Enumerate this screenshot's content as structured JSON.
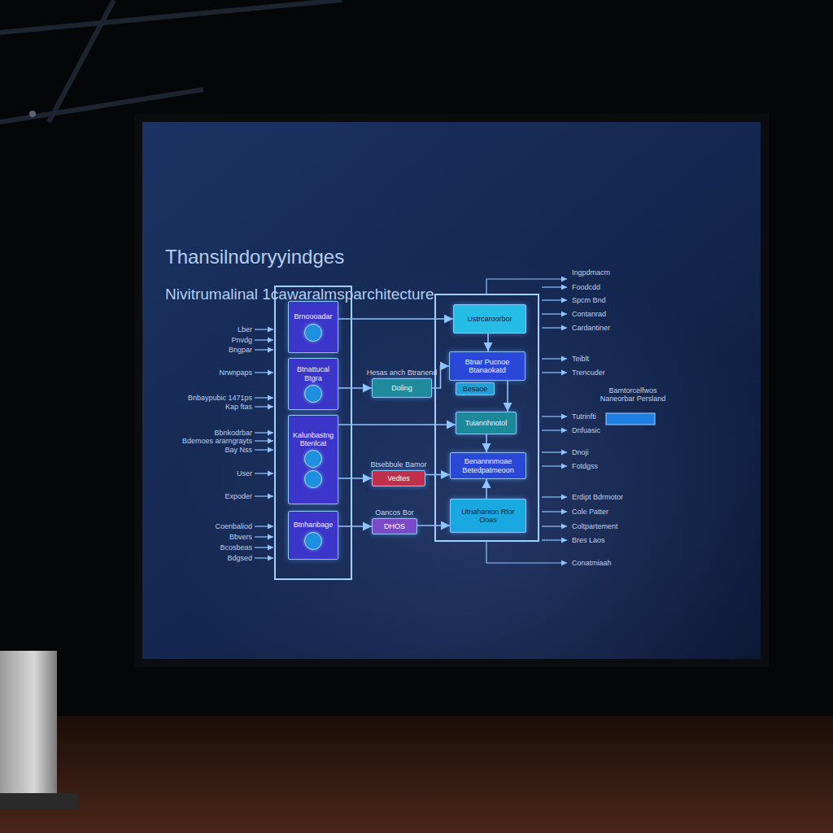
{
  "diagram": {
    "title": "Thansilndoryyindges",
    "nodes": [
      {
        "text": [
          "Brnoooadar"
        ]
      },
      {
        "text": [
          "Btnattucal Btgra"
        ]
      },
      {
        "text": [
          "Kalunbastng Btenlcat"
        ]
      },
      {
        "text": [
          "Btnhanbage"
        ]
      },
      {
        "text": [
          "Hesas anch Btranend",
          "Doling"
        ]
      },
      {
        "text": [
          "Btsebbule Bamor",
          "Vedtes"
        ]
      },
      {
        "text": [
          "Oancos Bor",
          "DHOS"
        ]
      },
      {
        "text": [
          "Ustrcaroorbor"
        ]
      },
      {
        "text": [
          "Btnar Pucnoe Btanaokatd"
        ]
      },
      {
        "text": [
          "Besaoe"
        ]
      },
      {
        "text": [
          "Tuiannhnotol"
        ]
      },
      {
        "text": [
          "Benannnmoae Betedpatmeoon"
        ]
      },
      {
        "text": [
          "Utriahanion Rtor Ooas"
        ]
      }
    ],
    "edges": [
      {
        "from": 0,
        "to": 7,
        "arrow": "to"
      },
      {
        "from": 1,
        "to": 4,
        "arrow": "to"
      },
      {
        "from": 4,
        "to": 8,
        "arrow": "to"
      },
      {
        "from": 2,
        "to": 10,
        "arrow": "to"
      },
      {
        "from": 2,
        "to": 5,
        "arrow": "to"
      },
      {
        "from": 3,
        "to": 6,
        "arrow": "to"
      },
      {
        "from": 5,
        "to": 11,
        "arrow": "to"
      },
      {
        "from": 6,
        "to": 12,
        "arrow": "to"
      },
      {
        "from": 7,
        "to": 8,
        "arrow": "to"
      },
      {
        "from": 8,
        "to": 10,
        "arrow": "to"
      },
      {
        "from": 10,
        "to": 11,
        "arrow": "to"
      },
      {
        "from": 12,
        "to": 11,
        "arrow": "to"
      }
    ],
    "labels": [
      "Nivitrumalinal 1cawaralmsparchitecture",
      "Lber",
      "Pnvdg",
      "Bngpar",
      "Nrwnpaps",
      "Bnbaypubic 1471ps",
      "Kap ftas",
      "Bbnkodrbar",
      "Bdemoes ararngrayts",
      "Bay Nss",
      "User",
      "Expoder",
      "Coenbaliod",
      "Bbvers",
      "Bcosbeas",
      "Bdgsed",
      "Ingpdmacm",
      "Foodcdd",
      "Spcm Bnd",
      "Contanrad",
      "Cardantiner",
      "Teiblt",
      "Trencuder",
      "Tutrinfti",
      "Dnfuasic",
      "Dnoji",
      "Fotdgss",
      "Erdipt Bdrmotor",
      "Cole Patter",
      "Coltpartement",
      "Bres Laos",
      "Conatmiaah",
      "Bamtorcelfwos Naneorbar Persland"
    ]
  }
}
